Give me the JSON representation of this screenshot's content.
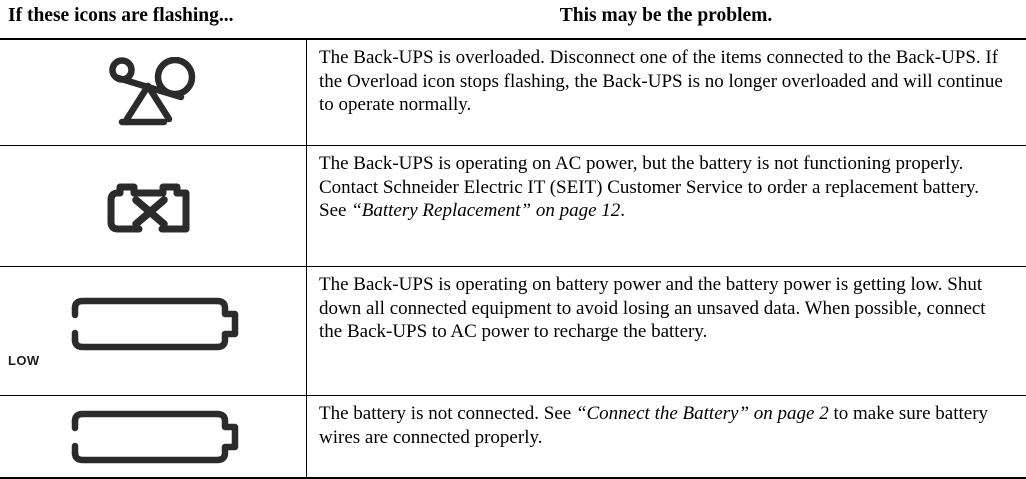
{
  "header": {
    "left_label": "If these icons are flashing...",
    "right_label": "This may be the problem."
  },
  "colors": {
    "ink": "#000000",
    "icon_stroke": "#2b2b2b",
    "page_background": "#ffffff",
    "rule": "#000000"
  },
  "rows": [
    {
      "icon_name": "overload-icon",
      "icon_label": "",
      "text_plain": "The Back-UPS is overloaded. Disconnect one of the items connected to the Back-UPS. If the Overload icon stops flashing, the Back-UPS is no longer overloaded and will continue to operate normally.",
      "segments": [
        {
          "text": "The Back-UPS is overloaded. Disconnect one of the items connected to the Back-UPS. If the Overload icon stops flashing, the Back-UPS is no longer overloaded and will continue to operate normally.",
          "style": "normal"
        }
      ]
    },
    {
      "icon_name": "battery-fault-icon",
      "icon_label": "",
      "text_plain": "The Back-UPS is operating on AC power, but the battery is not functioning properly. Contact Schneider Electric IT (SEIT) Customer Service to order a replacement battery. See “Battery Replacement” on page 12.",
      "segments": [
        {
          "text": "The Back-UPS is operating on AC power, but the battery is not functioning properly. Contact Schneider Electric IT (SEIT) Customer Service to order a replacement battery. See ",
          "style": "normal"
        },
        {
          "text": "“Battery Replacement” on page 12",
          "style": "italic"
        },
        {
          "text": ".",
          "style": "normal"
        }
      ]
    },
    {
      "icon_name": "battery-low-icon",
      "icon_label": "LOW",
      "text_plain": "The Back-UPS is operating on battery power and the battery power is getting low. Shut down all connected equipment to avoid losing an unsaved data. When possible, connect the Back-UPS to AC power to recharge the battery.",
      "segments": [
        {
          "text": "The Back-UPS is operating on battery power and the battery power is getting low. Shut down all connected equipment to avoid losing an unsaved data. When possible, connect the Back-UPS to AC power to recharge the battery.",
          "style": "normal"
        }
      ]
    },
    {
      "icon_name": "battery-disconnected-icon",
      "icon_label": "",
      "text_plain": "The battery is not connected. See “Connect the Battery” on page 2 to make sure battery wires are connected properly.",
      "segments": [
        {
          "text": "The battery is not connected. See ",
          "style": "normal"
        },
        {
          "text": "“Connect the Battery” on page 2",
          "style": "italic"
        },
        {
          "text": " to make sure battery wires are connected properly.",
          "style": "normal"
        }
      ]
    }
  ]
}
